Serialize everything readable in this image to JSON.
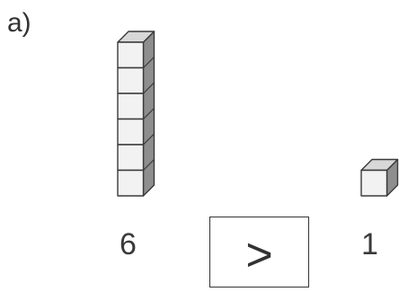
{
  "part_label": "a)",
  "left_number": "6",
  "comparison_symbol": ">",
  "right_number": "1",
  "left_cube_count": 6,
  "right_cube_count": 1,
  "colors": {
    "cube_front": "#f2f2f2",
    "cube_top": "#d8d8d8",
    "cube_side": "#8e8e8e",
    "outline": "#3a3a3a"
  }
}
